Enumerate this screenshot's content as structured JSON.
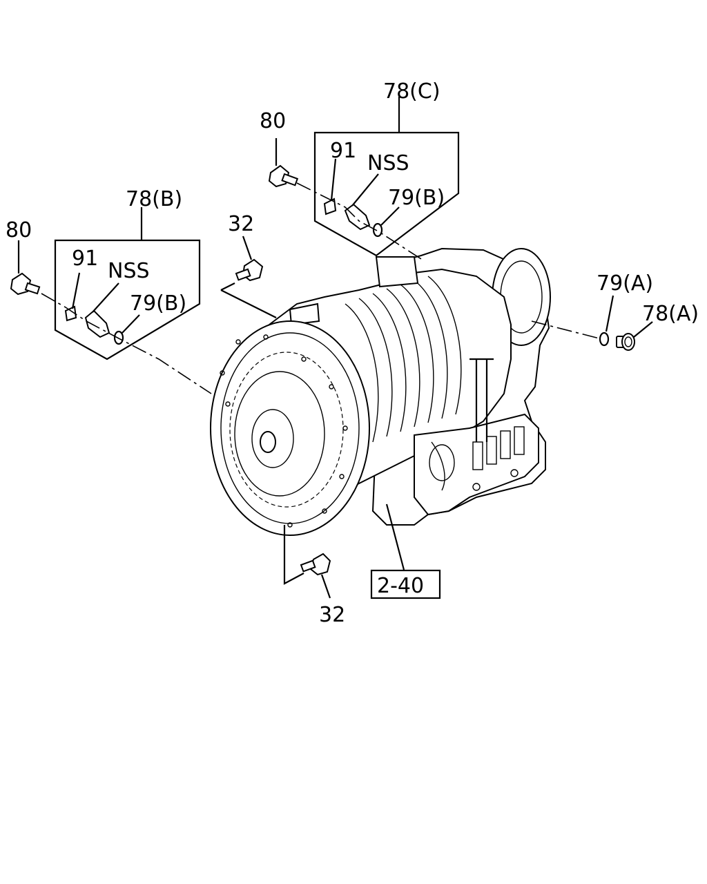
{
  "labels": {
    "kit_c": "78(C)",
    "bolt_c": "80",
    "clip_c": "91",
    "nss_c": "NSS",
    "oring_c": "79(B)",
    "kit_b": "78(B)",
    "bolt_b": "80",
    "clip_b": "91",
    "nss_b": "NSS",
    "oring_b": "79(B)",
    "bolt_top": "32",
    "bolt_bottom": "32",
    "oring_a": "79(A)",
    "plug_a": "78(A)",
    "ref": "2-40"
  }
}
